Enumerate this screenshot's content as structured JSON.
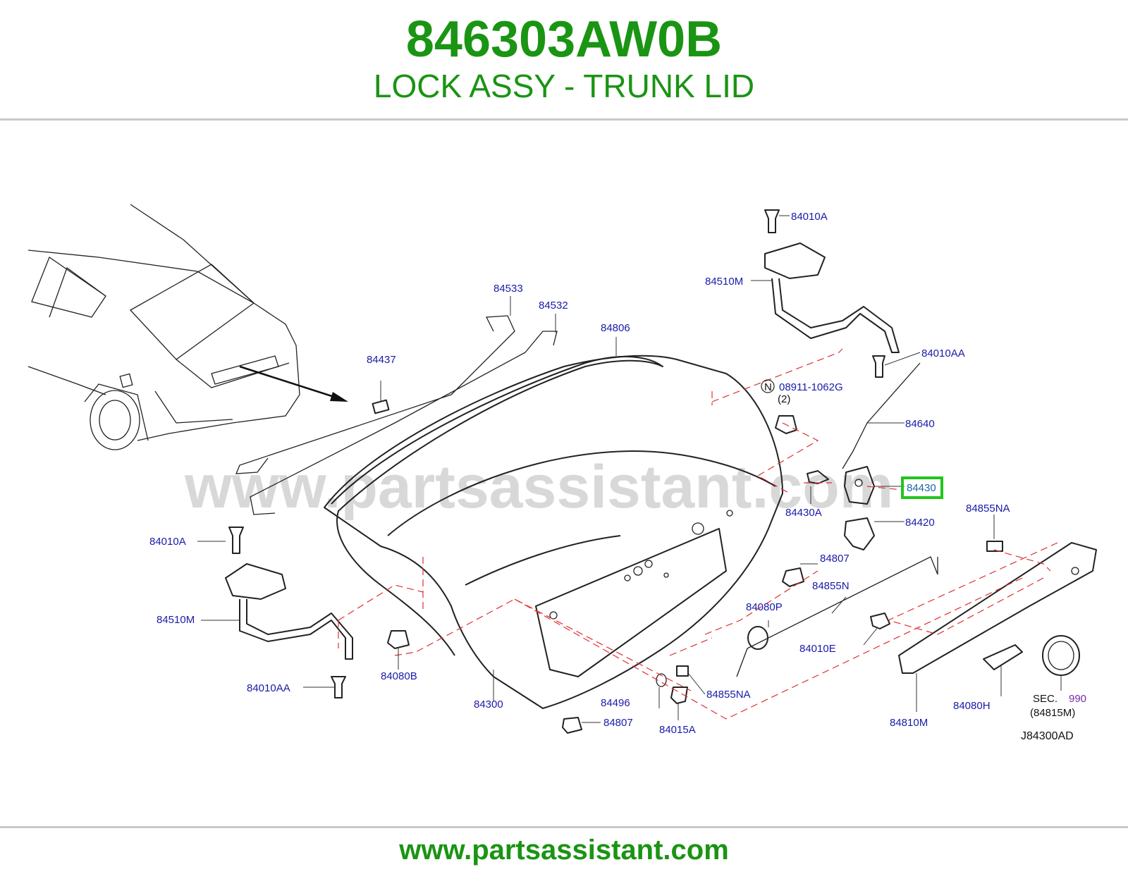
{
  "header": {
    "part_number": "846303AW0B",
    "part_name": "LOCK ASSY - TRUNK LID"
  },
  "footer": {
    "url": "www.partsassistant.com"
  },
  "watermark": "www.partsassistant.com",
  "diagram_code": "J84300AD",
  "highlighted_part": "84430",
  "colors": {
    "brand_green": "#1a9413",
    "highlight": "#22c51e",
    "label_blue": "#1a1aa8",
    "guide_red": "#e03030"
  },
  "labels": {
    "l84010A_top": "84010A",
    "l84510M_top": "84510M",
    "l84010AA_top": "84010AA",
    "l08911": "08911-1062G",
    "l08911_qty": "(2)",
    "l08911_badge": "N",
    "l84640": "84640",
    "l84430": "84430",
    "l84430A": "84430A",
    "l84420": "84420",
    "l84855NA_top": "84855NA",
    "l84533": "84533",
    "l84532": "84532",
    "l84437": "84437",
    "l84806": "84806",
    "l84010A_left": "84010A",
    "l84510M_left": "84510M",
    "l84010AA_left": "84010AA",
    "l84080B": "84080B",
    "l84300": "84300",
    "l84807_mid": "84807",
    "l84855N": "84855N",
    "l84080P": "84080P",
    "l84010E": "84010E",
    "l84496": "84496",
    "l84855NA_bot": "84855NA",
    "l84807_bot": "84807",
    "l84015A": "84015A",
    "l84810M": "84810M",
    "l84080H": "84080H",
    "l_sec": "SEC.",
    "l_sec_num": "990",
    "l_sec_ref": "(84815M)"
  }
}
